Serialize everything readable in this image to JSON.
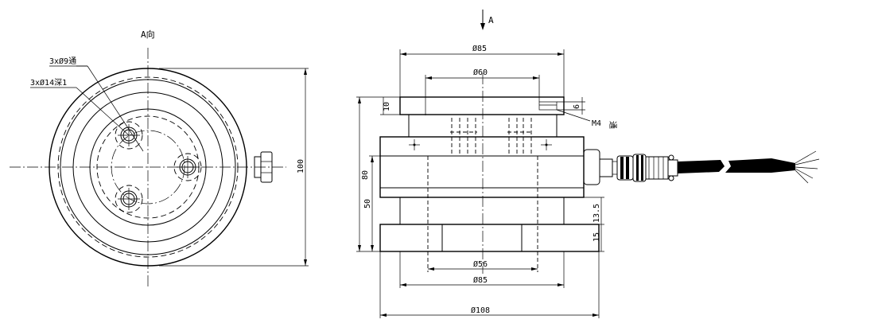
{
  "views": {
    "top_view_label": "A向",
    "direction_marker": "A"
  },
  "callouts": {
    "through_holes": "3xØ9通",
    "counterbore": "3xØ14深1",
    "thread": "M4",
    "thread_suffix": "通"
  },
  "dimensions": {
    "d85_top": "Ø85",
    "d60": "Ø60",
    "h10": "10",
    "h6": "6",
    "h80": "80",
    "h50": "50",
    "h13_5": "13.5",
    "h15": "15",
    "d56": "Ø56",
    "d85_bottom": "Ø85",
    "d108": "Ø108",
    "h100": "100"
  }
}
